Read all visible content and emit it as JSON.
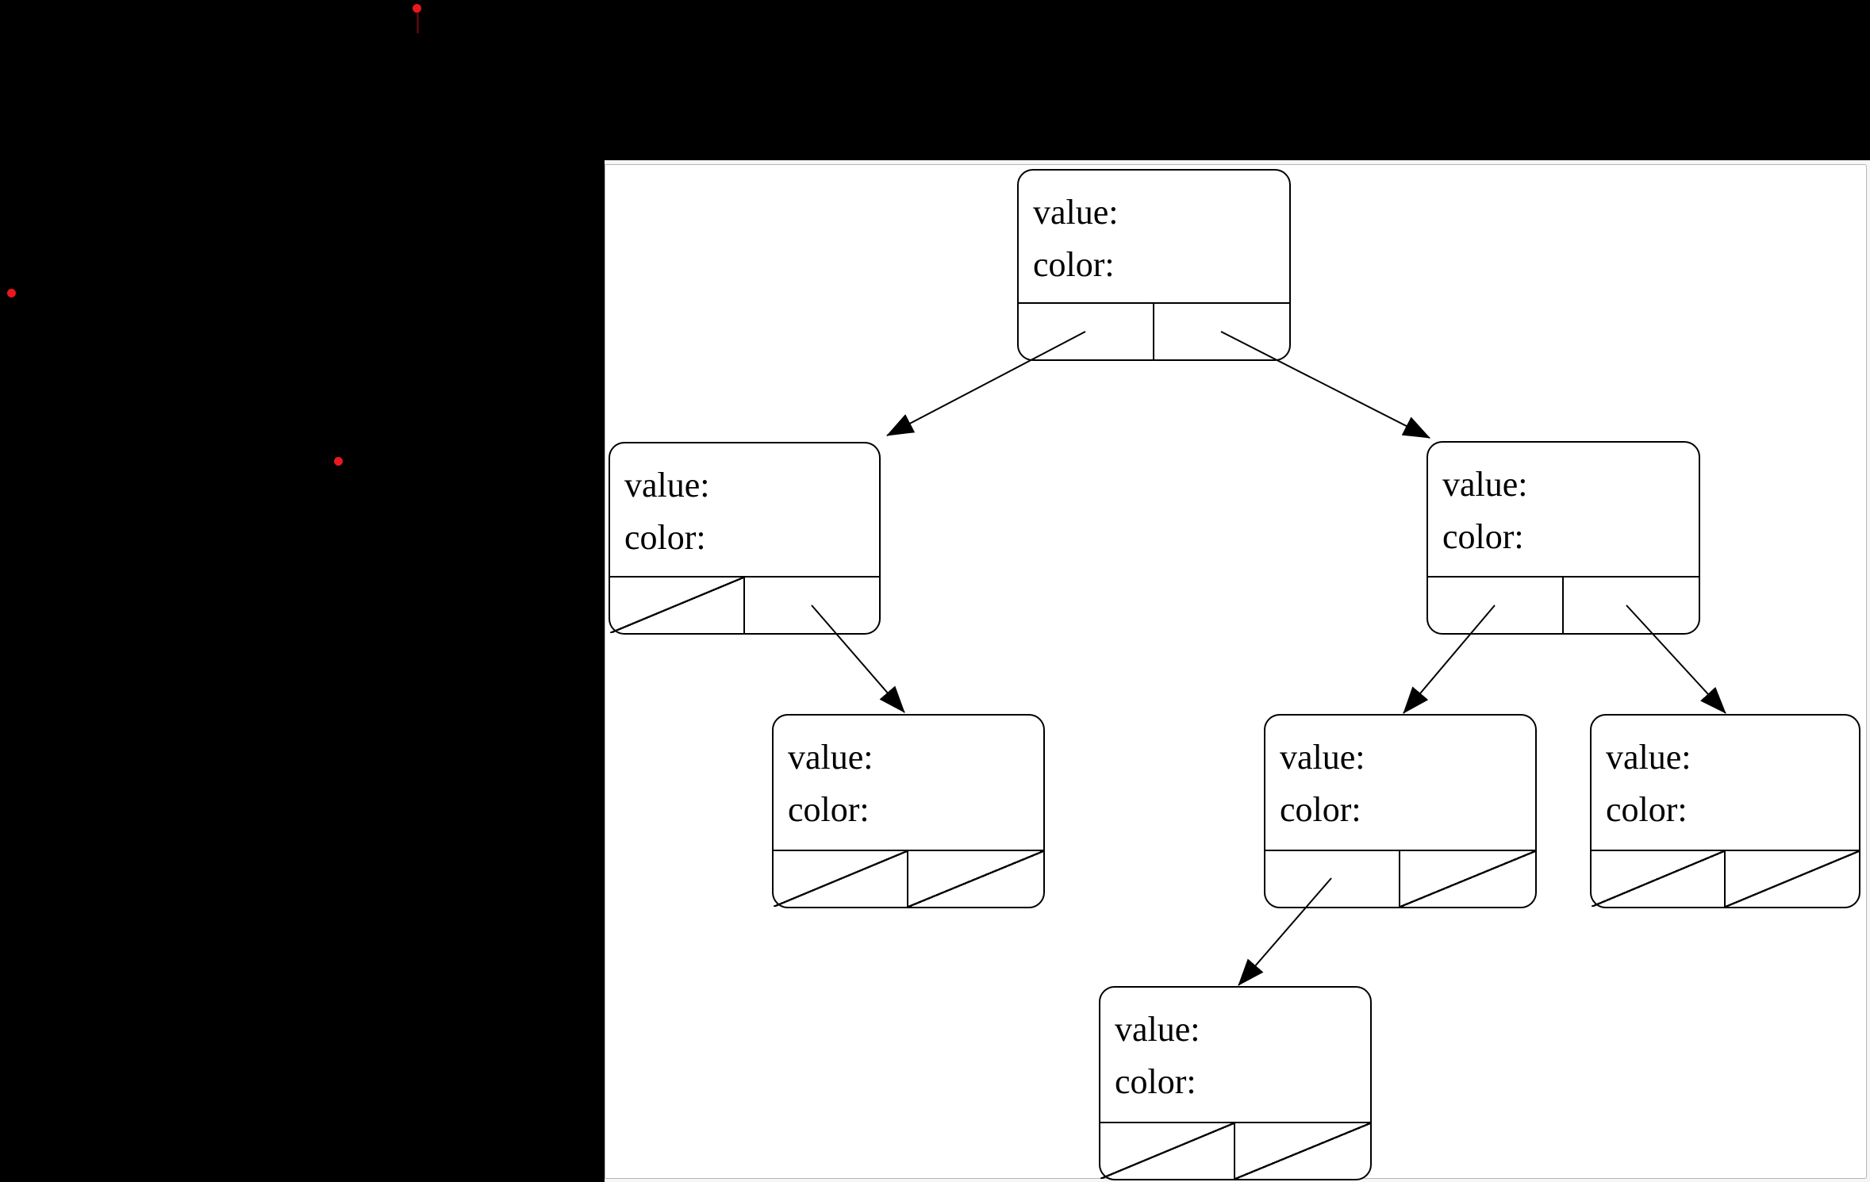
{
  "scene": {
    "description": "Binary tree node diagram (value/color fields with left and right pointer cells) drawn on a white canvas window over a black desktop",
    "background_color": "#000000",
    "canvas_color": "#ffffff",
    "canvas_border_color": "#b6b6b6",
    "line_color": "#000000",
    "annotation_dot_color": "#e8191c"
  },
  "annotations": {
    "dots": [
      {
        "id": "red-dot-top"
      },
      {
        "id": "red-dot-left"
      },
      {
        "id": "red-dot-middle"
      }
    ]
  },
  "diagram": {
    "type": "binary-tree",
    "null_pointer_style": "diagonal-slash",
    "nodes": [
      {
        "id": "root",
        "value_label": "value:",
        "color_label": "color:",
        "left_pointer": "left-child",
        "right_pointer": "right-child"
      },
      {
        "id": "left-child",
        "value_label": "value:",
        "color_label": "color:",
        "left_pointer": "null",
        "right_pointer": "left-right-grandchild"
      },
      {
        "id": "right-child",
        "value_label": "value:",
        "color_label": "color:",
        "left_pointer": "right-left-grandchild",
        "right_pointer": "right-right-grandchild"
      },
      {
        "id": "left-right-grandchild",
        "value_label": "value:",
        "color_label": "color:",
        "left_pointer": "null",
        "right_pointer": "null"
      },
      {
        "id": "right-left-grandchild",
        "value_label": "value:",
        "color_label": "color:",
        "left_pointer": "right-left-left-greatgrandchild",
        "right_pointer": "null"
      },
      {
        "id": "right-right-grandchild",
        "value_label": "value:",
        "color_label": "color:",
        "left_pointer": "null",
        "right_pointer": "null"
      },
      {
        "id": "right-left-left-greatgrandchild",
        "value_label": "value:",
        "color_label": "color:",
        "left_pointer": "null",
        "right_pointer": "null"
      }
    ]
  }
}
